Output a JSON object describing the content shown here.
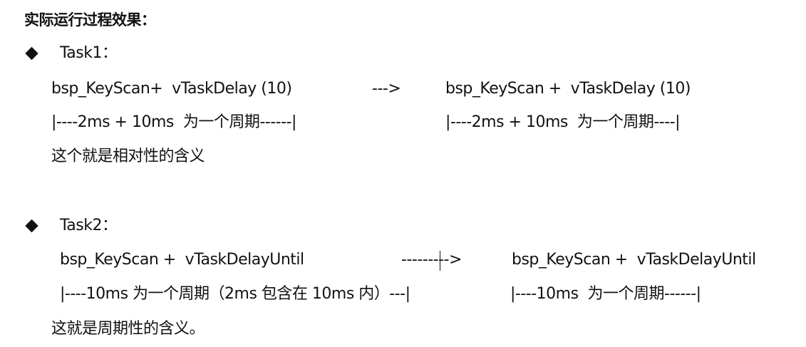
{
  "title": "实际运行过程效果：",
  "task1": {
    "label": "Task1：",
    "left_line1": "bsp_KeyScan+  vTaskDelay (10)",
    "arrow": "--->",
    "right_line1": "bsp_KeyScan +  vTaskDelay (10)",
    "left_line2": "|----2ms + 10ms  为一个周期------|",
    "right_line2": "|----2ms + 10ms  为一个周期----|",
    "note": "这个就是相对性的含义"
  },
  "task2": {
    "label": "Task2：",
    "left_line1": "bsp_KeyScan +  vTaskDelayUntil",
    "arrow": "--------->",
    "right_line1": "bsp_KeyScan +  vTaskDelayUntil",
    "left_line2": "|----10ms 为一个周期（2ms 包含在 10ms 内）---|",
    "right_line2": "|----10ms  为一个周期------|",
    "note": "这就是周期性的含义。"
  }
}
